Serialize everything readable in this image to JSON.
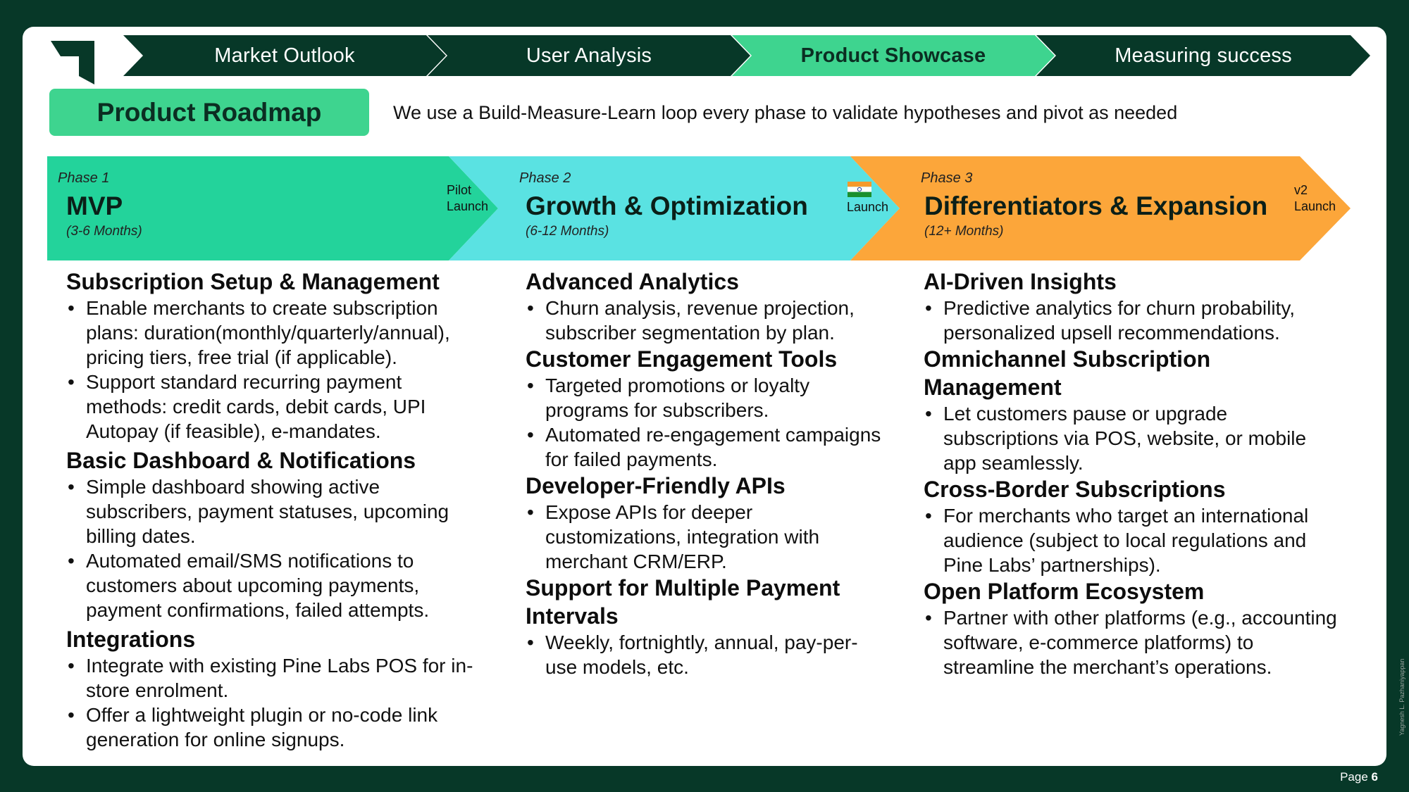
{
  "colors": {
    "background": "#073828",
    "nav_dark": "#073828",
    "nav_active": "#3ed48f",
    "phase1": "#23d39b",
    "phase2": "#5ae2e2",
    "phase3": "#fca63a"
  },
  "nav": {
    "steps": [
      {
        "label": "Market Outlook",
        "active": false
      },
      {
        "label": "User Analysis",
        "active": false
      },
      {
        "label": "Product Showcase",
        "active": true
      },
      {
        "label": "Measuring success",
        "active": false
      }
    ]
  },
  "header": {
    "title": "Product Roadmap",
    "tagline": "We use a Build-Measure-Learn loop every phase to validate hypotheses and pivot as needed"
  },
  "phases": [
    {
      "phase": "Phase 1",
      "title": "MVP",
      "duration": "(3-6 Months)",
      "milestone_line1": "Pilot",
      "milestone_line2": "Launch"
    },
    {
      "phase": "Phase 2",
      "title": "Growth & Optimization",
      "duration": "(6-12 Months)",
      "milestone_flag_icon": "india-flag-icon",
      "milestone_line1": "Launch"
    },
    {
      "phase": "Phase 3",
      "title": "Differentiators & Expansion",
      "duration": "(12+ Months)",
      "milestone_line1": "v2",
      "milestone_line2": "Launch"
    }
  ],
  "columns": [
    {
      "sections": [
        {
          "heading": "Subscription Setup & Management",
          "bullets": [
            "Enable merchants to create subscription plans: duration(monthly/quarterly/annual), pricing tiers, free trial (if applicable).",
            "Support standard recurring payment methods: credit cards, debit cards, UPI Autopay (if feasible), e-mandates."
          ]
        },
        {
          "heading": "Basic Dashboard & Notifications",
          "bullets": [
            "Simple dashboard showing active subscribers, payment statuses, upcoming billing dates.",
            "Automated email/SMS notifications to customers about upcoming payments, payment confirmations, failed attempts."
          ]
        },
        {
          "heading": "Integrations",
          "bullets": [
            "Integrate with existing Pine Labs POS for in-store enrolment.",
            "Offer a lightweight plugin or no-code link generation for online signups."
          ]
        }
      ]
    },
    {
      "sections": [
        {
          "heading": "Advanced Analytics",
          "bullets": [
            "Churn analysis, revenue projection, subscriber segmentation by plan."
          ]
        },
        {
          "heading": "Customer Engagement Tools",
          "bullets": [
            "Targeted promotions or loyalty programs for subscribers.",
            "Automated re-engagement campaigns for failed payments."
          ]
        },
        {
          "heading": "Developer-Friendly APIs",
          "bullets": [
            "Expose APIs for deeper customizations, integration with merchant CRM/ERP."
          ]
        },
        {
          "heading": "Support for Multiple Payment Intervals",
          "bullets": [
            "Weekly, fortnightly, annual, pay-per-use models, etc."
          ]
        }
      ]
    },
    {
      "sections": [
        {
          "heading": "AI-Driven Insights",
          "bullets": [
            "Predictive analytics for churn probability, personalized upsell recommendations."
          ]
        },
        {
          "heading": "Omnichannel Subscription Management",
          "bullets": [
            "Let customers pause or upgrade subscriptions via POS, website, or mobile app seamlessly."
          ]
        },
        {
          "heading": "Cross-Border Subscriptions",
          "bullets": [
            "For merchants who target an international audience (subject to local regulations and Pine Labs’ partnerships)."
          ]
        },
        {
          "heading": "Open Platform Ecosystem",
          "bullets": [
            "Partner with other platforms (e.g., accounting software, e-commerce platforms) to streamline the merchant’s operations."
          ]
        }
      ]
    }
  ],
  "footer": {
    "page_label": "Page",
    "page_number": "6",
    "credit": "Yagnesh L. Pazhaniyappan"
  }
}
